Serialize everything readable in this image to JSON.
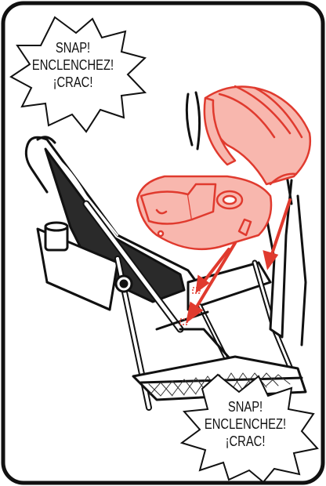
{
  "callouts": {
    "top": {
      "line1": "SNAP!",
      "line2": "ENCLENCHEZ!",
      "line3": "¡CRAC!"
    },
    "bottom": {
      "line1": "SNAP!",
      "line2": "ENCLENCHEZ!",
      "line3": "¡CRAC!"
    }
  },
  "colors": {
    "highlight_fill": "#f8b7ae",
    "highlight_stroke": "#e03a2e",
    "arrow": "#e03a2e",
    "line": "#111111"
  },
  "illustration": "car-seat-attaching-to-stroller"
}
